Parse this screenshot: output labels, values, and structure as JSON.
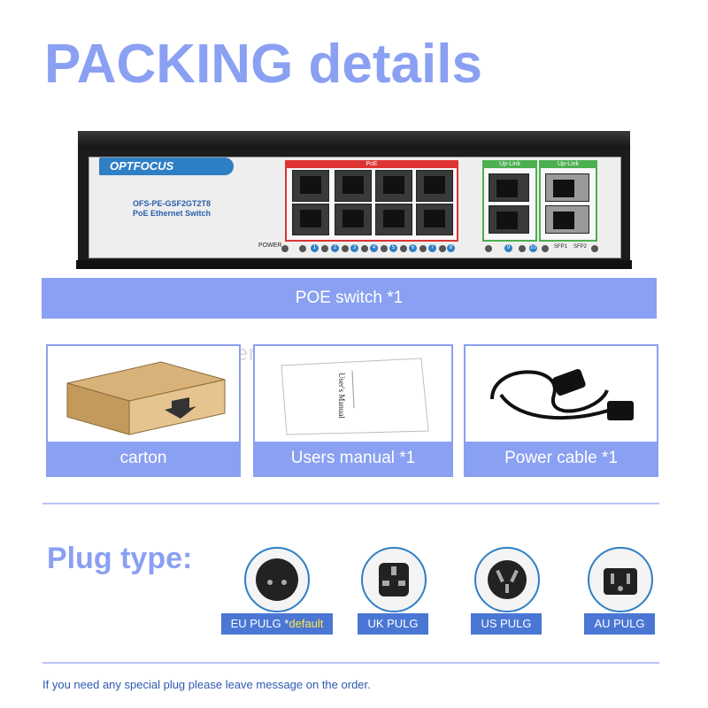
{
  "title": "PACKING details",
  "switch": {
    "brand": "OPTFOCUS",
    "model": "OFS-PE-GSF2GT2T8",
    "description": "PoE Ethernet Switch",
    "poe_label": "PoE",
    "uplink_label_1": "Up-Link",
    "uplink_label_2": "Up-Link",
    "power_label": "POWER",
    "sfp1": "SFP1",
    "sfp2": "SFP2",
    "port_numbers": [
      "1",
      "2",
      "3",
      "4",
      "5",
      "6",
      "7",
      "8",
      "9",
      "10"
    ]
  },
  "poe_switch_label": "POE switch *1",
  "watermark": "fiber-opticswitch.com",
  "cards": [
    {
      "label": "carton"
    },
    {
      "label": "Users manual *1",
      "manual_text": "User's Manual"
    },
    {
      "label": "Power cable  *1"
    }
  ],
  "plug_title": "Plug type:",
  "plugs": [
    {
      "label": "EU PULG *",
      "default": "default"
    },
    {
      "label": "UK PULG"
    },
    {
      "label": "US PULG"
    },
    {
      "label": "AU PULG"
    }
  ],
  "note": "If you need any special plug please leave message on the order.",
  "colors": {
    "accent": "#8aa0f2",
    "label_blue": "#4a76d4",
    "default_yellow": "#ffe84d"
  }
}
